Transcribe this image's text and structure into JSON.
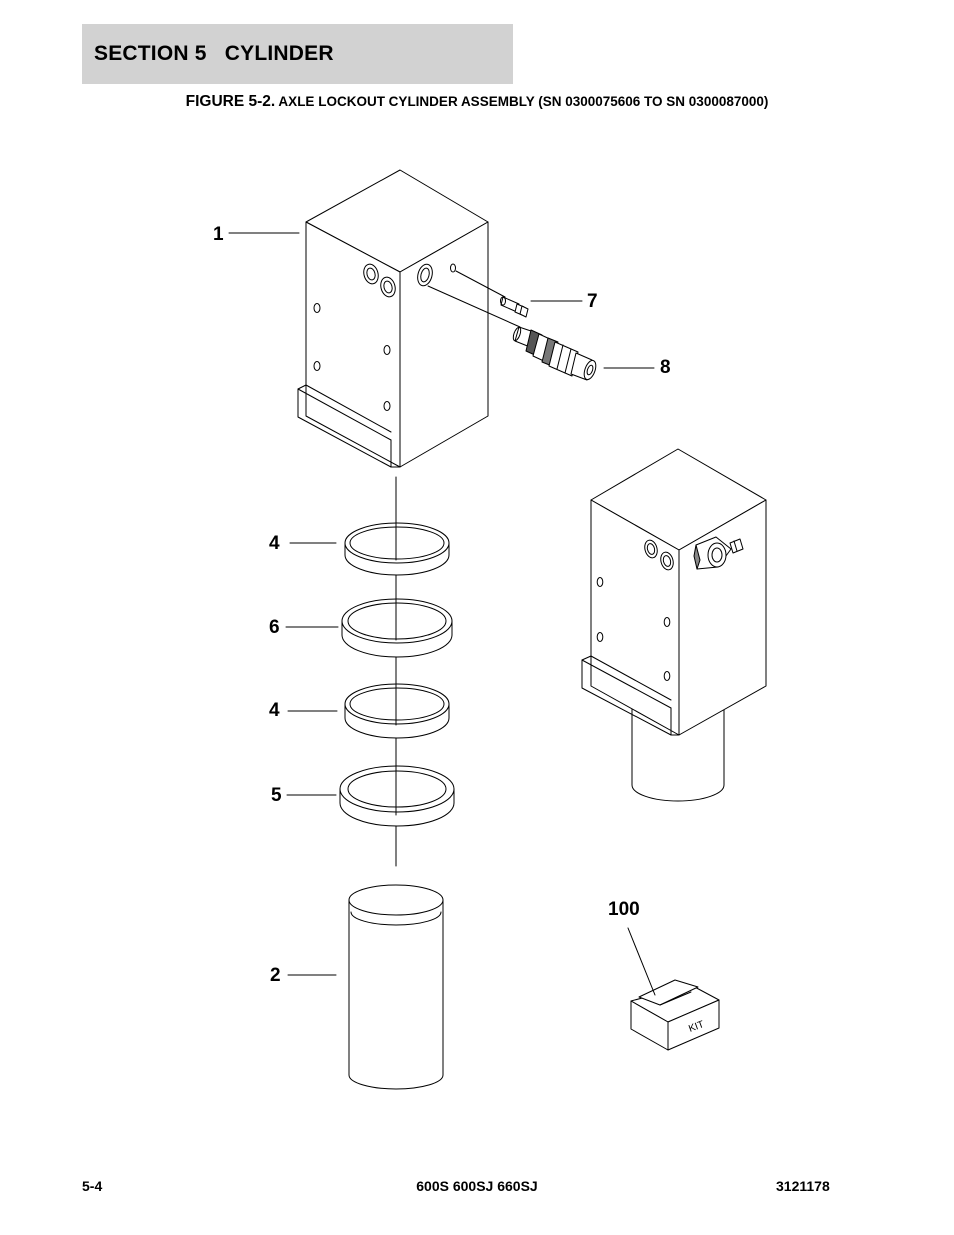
{
  "header": {
    "section_title": "SECTION 5   CYLINDER",
    "figure_lead": "FIGURE 5-2.",
    "figure_rest": " AXLE LOCKOUT CYLINDER ASSEMBLY (SN 0300075606 TO SN 0300087000)"
  },
  "callouts": {
    "c1": "1",
    "c7": "7",
    "c8": "8",
    "c4a": "4",
    "c6": "6",
    "c4b": "4",
    "c5": "5",
    "c2": "2",
    "c100": "100"
  },
  "kit_box_label": "KIT",
  "footer": {
    "page_number": "5-4",
    "models": "600S 600SJ 660SJ",
    "doc_number": "3121178"
  },
  "colors": {
    "header_band": "#d2d2d2",
    "line": "#000000"
  }
}
